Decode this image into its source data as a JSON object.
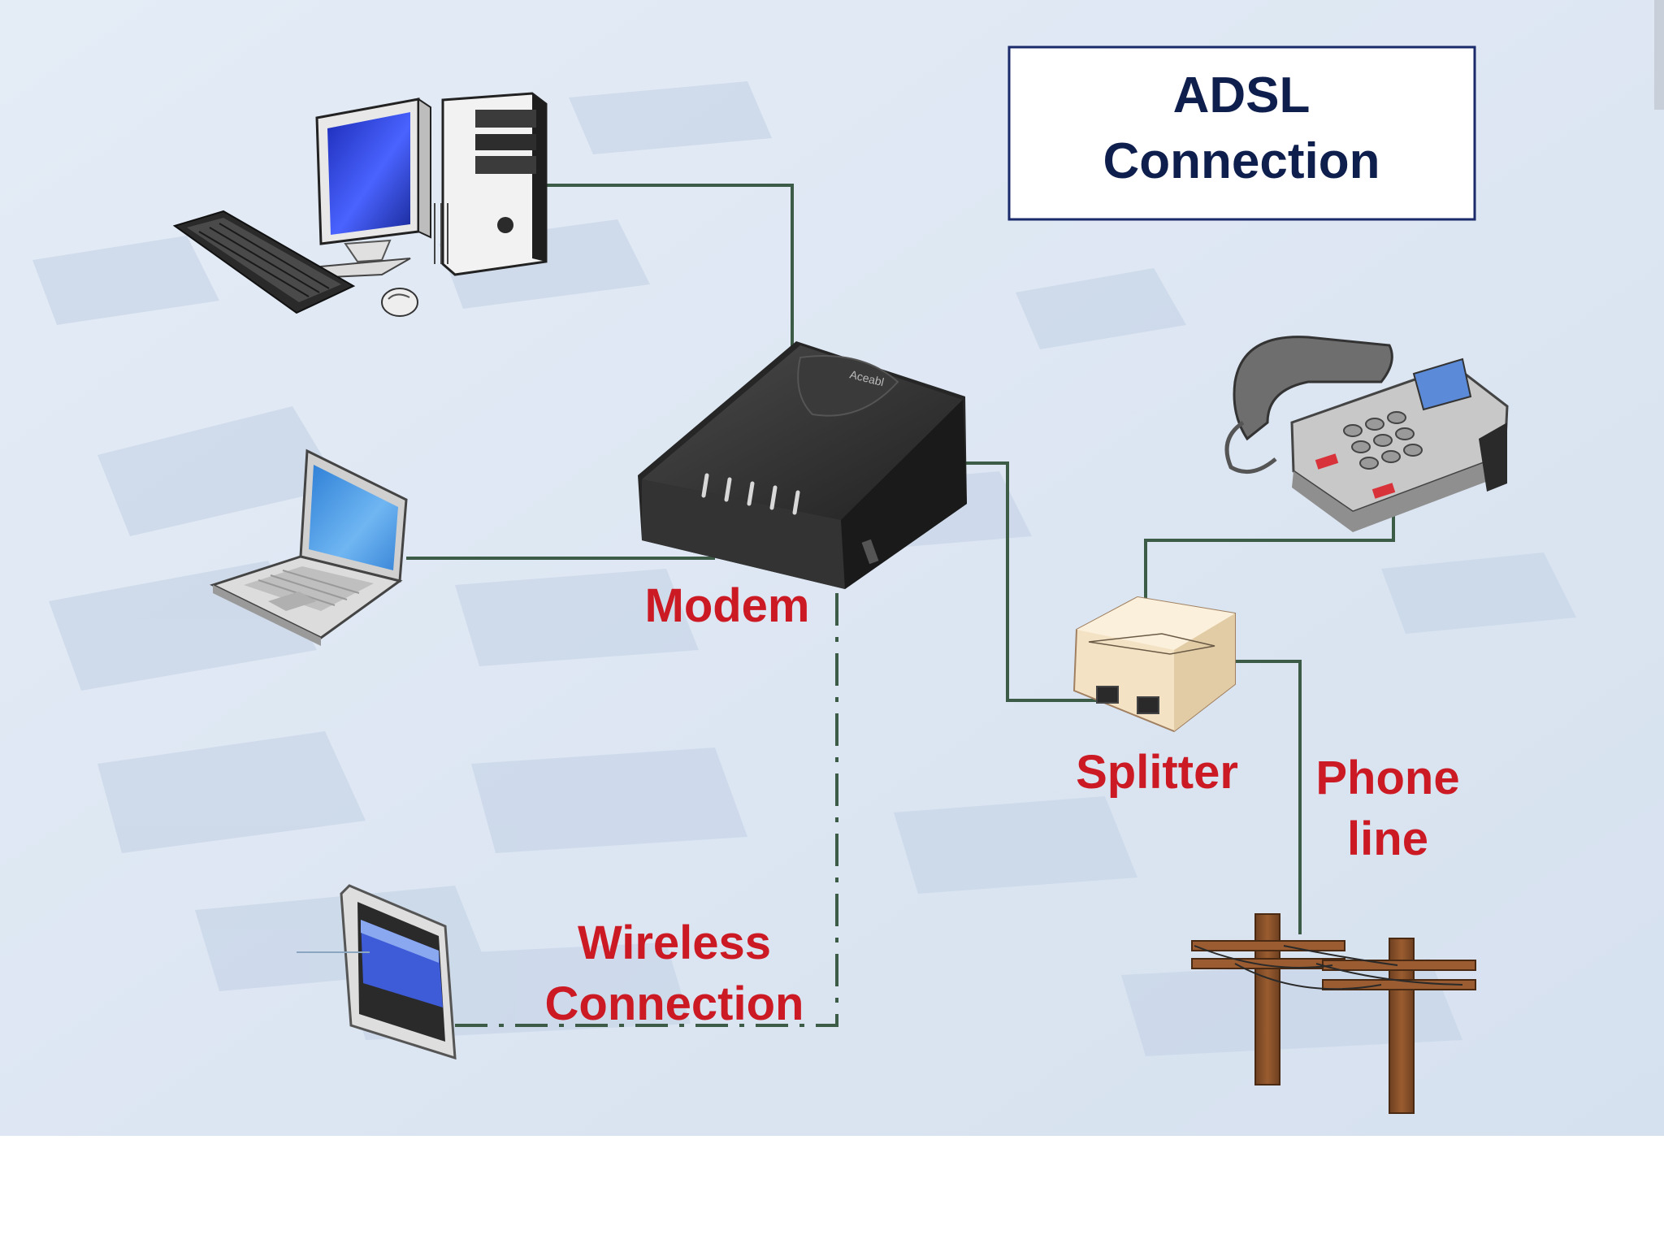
{
  "title": {
    "line1": "ADSL",
    "line2": "Connection"
  },
  "labels": {
    "modem": "Modem",
    "splitter": "Splitter",
    "phone_line_1": "Phone",
    "phone_line_2": "line",
    "wireless_1": "Wireless",
    "wireless_2": "Connection"
  },
  "device_brand": "Aceabl",
  "icons": [
    "desktop-computer-icon",
    "laptop-icon",
    "tablet-icon",
    "modem-icon",
    "telephone-icon",
    "splitter-icon",
    "utility-pole-icon"
  ],
  "colors": {
    "background": "#dde7f3",
    "cable": "#3c5c48",
    "label_red": "#cc1a24",
    "title_navy": "#0f1f4d"
  }
}
